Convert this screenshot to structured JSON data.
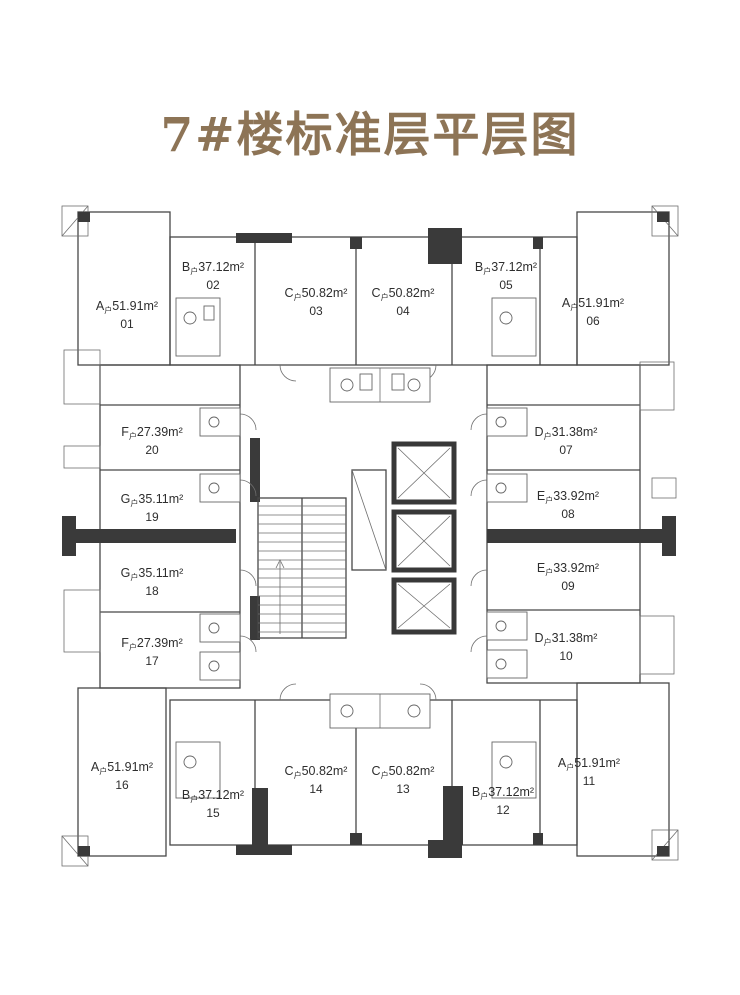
{
  "title": "7#楼标准层平层图",
  "unit_suffix": "户",
  "colors": {
    "title_accent": "#8d7456",
    "wall_line": "#474747",
    "solid_wall": "#3a3a3a"
  },
  "units": [
    {
      "number": "01",
      "type": "A",
      "area": "51.91m²"
    },
    {
      "number": "02",
      "type": "B",
      "area": "37.12m²"
    },
    {
      "number": "03",
      "type": "C",
      "area": "50.82m²"
    },
    {
      "number": "04",
      "type": "C",
      "area": "50.82m²"
    },
    {
      "number": "05",
      "type": "B",
      "area": "37.12m²"
    },
    {
      "number": "06",
      "type": "A",
      "area": "51.91m²"
    },
    {
      "number": "07",
      "type": "D",
      "area": "31.38m²"
    },
    {
      "number": "08",
      "type": "E",
      "area": "33.92m²"
    },
    {
      "number": "09",
      "type": "E",
      "area": "33.92m²"
    },
    {
      "number": "10",
      "type": "D",
      "area": "31.38m²"
    },
    {
      "number": "11",
      "type": "A",
      "area": "51.91m²"
    },
    {
      "number": "12",
      "type": "B",
      "area": "37.12m²"
    },
    {
      "number": "13",
      "type": "C",
      "area": "50.82m²"
    },
    {
      "number": "14",
      "type": "C",
      "area": "50.82m²"
    },
    {
      "number": "15",
      "type": "B",
      "area": "37.12m²"
    },
    {
      "number": "16",
      "type": "A",
      "area": "51.91m²"
    },
    {
      "number": "17",
      "type": "F",
      "area": "27.39m²"
    },
    {
      "number": "18",
      "type": "G",
      "area": "35.11m²"
    },
    {
      "number": "19",
      "type": "G",
      "area": "35.11m²"
    },
    {
      "number": "20",
      "type": "F",
      "area": "27.39m²"
    }
  ]
}
